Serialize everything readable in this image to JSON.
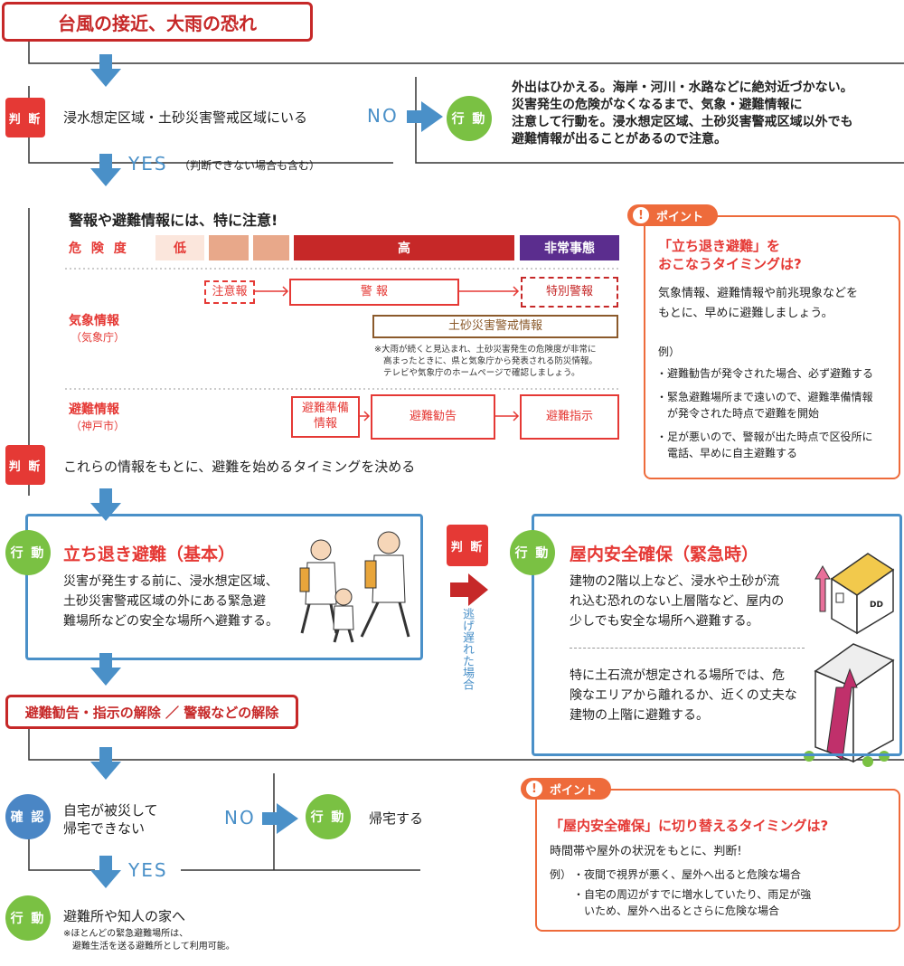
{
  "header_title": "台風の接近、大雨の恐れ",
  "judge1": {
    "badge": "判 断",
    "text": "浸水想定区域・土砂災害警戒区域にいる"
  },
  "no_label": "NO",
  "yes_label": "YES",
  "yes_note": "（判断できない場合も含む）",
  "action1": {
    "badge": "行 動",
    "lines": [
      "外出はひかえる。海岸・河川・水路などに絶対近づかない。",
      "災害発生の危険がなくなるまで、気象・避難情報に",
      "注意して行動を。浸水想定区域、土砂災害警戒区域以外でも",
      "避難情報が出ることがあるので注意。"
    ]
  },
  "warning_heading": "警報や避難情報には、特に注意!",
  "danger": {
    "label": "危 険 度",
    "low": "低",
    "high": "高",
    "emergency": "非常事態"
  },
  "weather": {
    "label": "気象情報",
    "sub": "（気象庁）",
    "advisory": "注意報",
    "warning": "警 報",
    "special": "特別警報",
    "landslide": "土砂災害警戒情報",
    "note": [
      "※大雨が続くと見込まれ、土砂災害発生の危険度が非常に",
      "高まったときに、県と気象庁から発表される防災情報。",
      "テレビや気象庁のホームページで確認しましょう。"
    ]
  },
  "evac": {
    "label": "避難情報",
    "sub": "（神戸市）",
    "prep": [
      "避難準備",
      "情報"
    ],
    "advice": "避難勧告",
    "order": "避難指示"
  },
  "judge2": {
    "badge": "判 断",
    "text": "これらの情報をもとに、避難を始めるタイミングを決める"
  },
  "point1": {
    "tag": "ポイント",
    "title": [
      "「立ち退き避難」を",
      "おこなうタイミングは?"
    ],
    "body": [
      "気象情報、避難情報や前兆現象などを",
      "もとに、早めに避難しましょう。"
    ],
    "ex": "例）",
    "items": [
      [
        "・避難勧告が発令された場合、必ず避難する"
      ],
      [
        "・緊急避難場所まで遠いので、避難準備情報",
        "　が発令された時点で避難を開始"
      ],
      [
        "・足が悪いので、警報が出た時点で区役所に",
        "　電話、早めに自主避難する"
      ]
    ]
  },
  "evacuate_box": {
    "badge": "行 動",
    "title": "立ち退き避難（基本）",
    "lines": [
      "災害が発生する前に、浸水想定区域、",
      "土砂災害警戒区域の外にある緊急避",
      "難場所などの安全な場所へ避難する。"
    ]
  },
  "mid_judge": {
    "badge": "判 断",
    "vertical": "逃げ遅れた場合"
  },
  "shelter_box": {
    "badge": "行 動",
    "title": "屋内安全確保（緊急時）",
    "lines1": [
      "建物の2階以上など、浸水や土砂が流",
      "れ込む恐れのない上層階など、屋内の",
      "少しでも安全な場所へ避難する。"
    ],
    "lines2": [
      "特に土石流が想定される場所では、危",
      "険なエリアから離れるか、近くの丈夫な",
      "建物の上階に避難する。"
    ],
    "house_mark": "DD"
  },
  "release_title": "避難勧告・指示の解除 ／ 警報などの解除",
  "confirm": {
    "badge": "確 認",
    "lines": [
      "自宅が被災して",
      "帰宅できない"
    ]
  },
  "no2": "NO",
  "go_home": {
    "badge": "行 動",
    "text": "帰宅する"
  },
  "yes2": "YES",
  "final": {
    "badge": "行 動",
    "text": "避難所や知人の家へ",
    "note": [
      "※ほとんどの緊急避難場所は、",
      "　避難生活を送る避難所として利用可能。"
    ]
  },
  "point2": {
    "tag": "ポイント",
    "title": "「屋内安全確保」に切り替えるタイミングは?",
    "body": "時間帯や屋外の状況をもとに、判断!",
    "ex": "例）",
    "items": [
      "・夜間で視界が悪く、屋外へ出ると危険な場合",
      "・自宅の周辺がすでに増水していたり、雨足が強",
      "　いため、屋外へ出るとさらに危険な場合"
    ]
  },
  "colors": {
    "red": "#e53935",
    "dark_red": "#c62828",
    "purple": "#5b2d8e",
    "blue": "#4a90c8",
    "green": "#7ac143",
    "orange": "#ee6b3b",
    "salmon": "#e8a88a",
    "pale": "#fbe6dc",
    "brown": "#8b5a2b"
  }
}
